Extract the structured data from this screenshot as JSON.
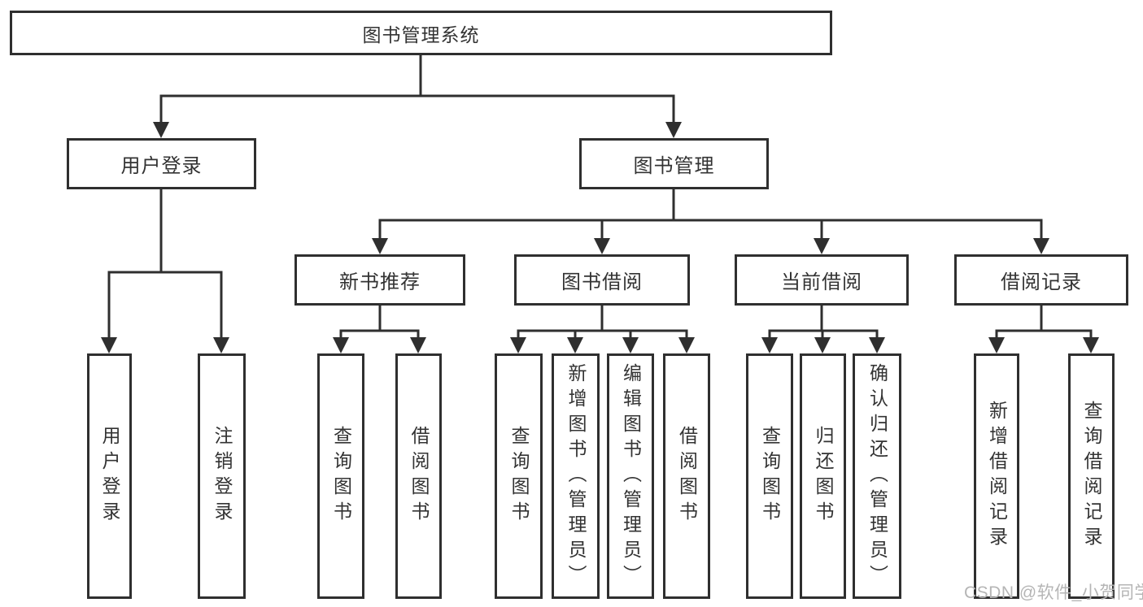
{
  "tree": {
    "root": {
      "label": "图书管理系统"
    },
    "children": [
      {
        "label": "用户登录",
        "children": [
          {
            "label": "用户登录"
          },
          {
            "label": "注销登录"
          }
        ]
      },
      {
        "label": "图书管理",
        "children": [
          {
            "label": "新书推荐",
            "children": [
              {
                "label": "查询图书"
              },
              {
                "label": "借阅图书"
              }
            ]
          },
          {
            "label": "图书借阅",
            "children": [
              {
                "label": "查询图书"
              },
              {
                "label": "新增图书（管理员）"
              },
              {
                "label": "编辑图书（管理员）"
              },
              {
                "label": "借阅图书"
              }
            ]
          },
          {
            "label": "当前借阅",
            "children": [
              {
                "label": "查询图书"
              },
              {
                "label": "归还图书"
              },
              {
                "label": "确认归还（管理员）"
              }
            ]
          },
          {
            "label": "借阅记录",
            "children": [
              {
                "label": "新增借阅记录"
              },
              {
                "label": "查询借阅记录"
              }
            ]
          }
        ]
      }
    ]
  },
  "watermark": {
    "text": "CSDN @软件_小贺同学"
  },
  "colors": {
    "line": "#2f2f2f",
    "text": "#333333",
    "box_background": "#ffffff",
    "watermark": "#b5b5b5",
    "background": "#ffffff"
  }
}
